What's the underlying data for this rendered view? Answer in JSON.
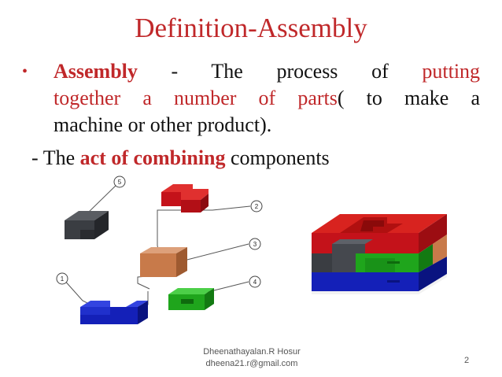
{
  "slide": {
    "title": "Definition-Assembly",
    "bullet": {
      "line1": {
        "term": "Assembly",
        "dash": "-",
        "w1": "The",
        "w2": "process",
        "w3": "of",
        "w4": "putting"
      },
      "line2": {
        "w1": "together",
        "w2": "a",
        "w3": "number",
        "w4": "of",
        "w5": "parts",
        "w6": "(",
        "w7": "to",
        "w8": "make",
        "w9": "a"
      },
      "line3": "machine or other product)."
    },
    "sub": {
      "prefix": "- The",
      "highlight": "act of combining",
      "suffix": "components"
    },
    "footer": {
      "author": "Dheenathayalan.R   Hosur",
      "email": "dheena21.r@gmail.com"
    },
    "page_number": "2"
  },
  "diagram": {
    "callouts": [
      "1",
      "2",
      "3",
      "4",
      "5"
    ],
    "colors": {
      "dark_piece": "#3a3d42",
      "red_piece": "#c4121a",
      "orange_piece": "#c87a4a",
      "green_piece": "#1fa51c",
      "blue_piece": "#1420b8"
    }
  },
  "colors": {
    "accent_red": "#c0282a"
  }
}
